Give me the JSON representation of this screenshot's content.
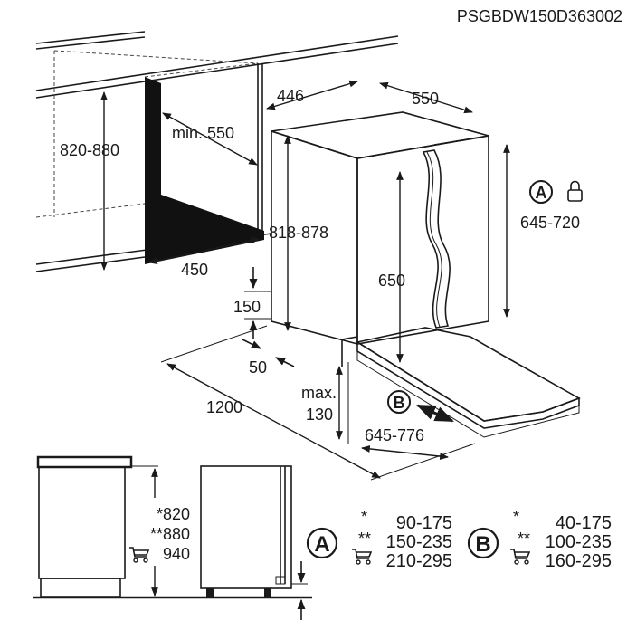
{
  "model_code": "PSGBDW150D363002",
  "main_view": {
    "niche_height": "820-880",
    "niche_depth_min": "min. 550",
    "niche_width": "450",
    "appliance_width": "446",
    "appliance_depth": "550",
    "appliance_height": "818-878",
    "door_panel_height": "650",
    "door_height_range": "645-720",
    "plinth_height": "150",
    "plinth_depth": "50",
    "plinth_max_label": "max.",
    "plinth_max_value": "130",
    "door_open_space": "1200",
    "door_slide_range": "645-776",
    "marker_a": "A",
    "marker_b": "B",
    "lock_icon": "lock-icon"
  },
  "side_view": {
    "height_1": "*820",
    "height_2": "**880",
    "height_3": "940",
    "cart_icon": "shopping-cart-icon"
  },
  "table_a": {
    "label": "A",
    "rows": [
      {
        "mark": "*",
        "value": "90-175"
      },
      {
        "mark": "**",
        "value": "150-235"
      },
      {
        "mark": "cart",
        "value": "210-295"
      }
    ]
  },
  "table_b": {
    "label": "B",
    "rows": [
      {
        "mark": "*",
        "value": "40-175"
      },
      {
        "mark": "**",
        "value": "100-235"
      },
      {
        "mark": "cart",
        "value": "160-295"
      }
    ]
  }
}
